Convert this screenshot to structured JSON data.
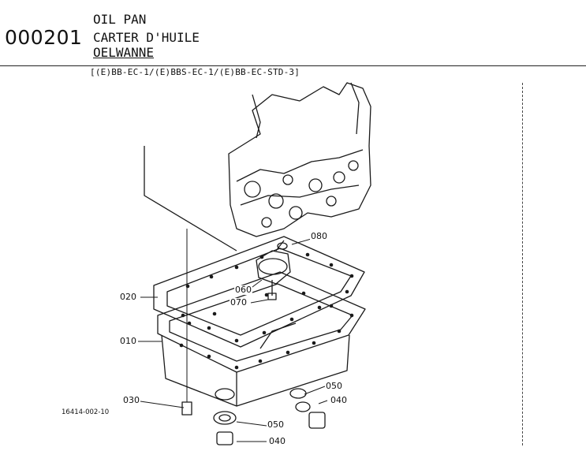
{
  "header": {
    "code": "000201",
    "title_en": "OIL PAN",
    "title_fr": "CARTER D'HUILE",
    "title_de": "OELWANNE",
    "models": "[(E)BB-EC-1/(E)BBS-EC-1/(E)BB-EC-STD-3]"
  },
  "drawing_id": "16414-002-10",
  "parts": {
    "p080": "080",
    "p060": "060",
    "p070": "070",
    "p020": "020",
    "p010": "010",
    "p030": "030",
    "p050a": "050",
    "p040a": "040",
    "p050b": "050",
    "p040b": "040"
  }
}
